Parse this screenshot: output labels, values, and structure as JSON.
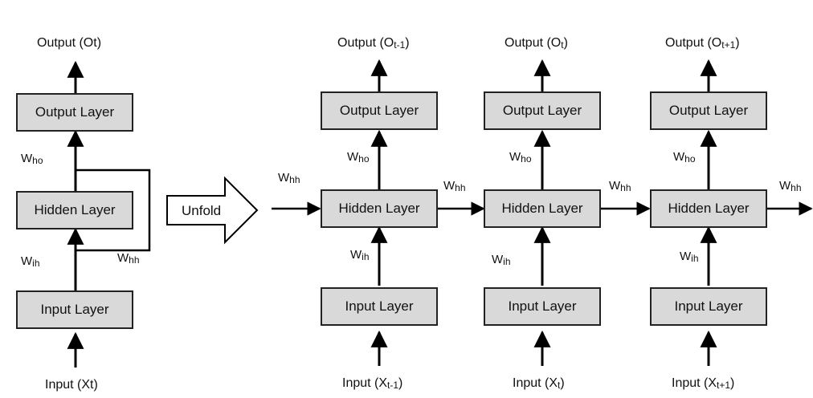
{
  "layers": {
    "output": "Output Layer",
    "hidden": "Hidden Layer",
    "input": "Input Layer"
  },
  "unfold_label": "Unfold",
  "weights": {
    "w_main": "W",
    "ho_sub": "ho",
    "ih_sub": "ih",
    "hh_sub": "hh"
  },
  "folded": {
    "output_label": "Output (Ot)",
    "input_label": "Input (Xt)"
  },
  "unfolded": [
    {
      "output_prefix": "Output (O",
      "output_sub": "t-1",
      "output_suffix": ")",
      "input_prefix": "Input (X",
      "input_sub": "t-1",
      "input_suffix": ")"
    },
    {
      "output_prefix": "Output (O",
      "output_sub": "t",
      "output_suffix": ")",
      "input_prefix": "Input (X",
      "input_sub": "t",
      "input_suffix": ")"
    },
    {
      "output_prefix": "Output (O",
      "output_sub": "t+1",
      "output_suffix": ")",
      "input_prefix": "Input (X",
      "input_sub": "t+1",
      "input_suffix": ")"
    }
  ]
}
